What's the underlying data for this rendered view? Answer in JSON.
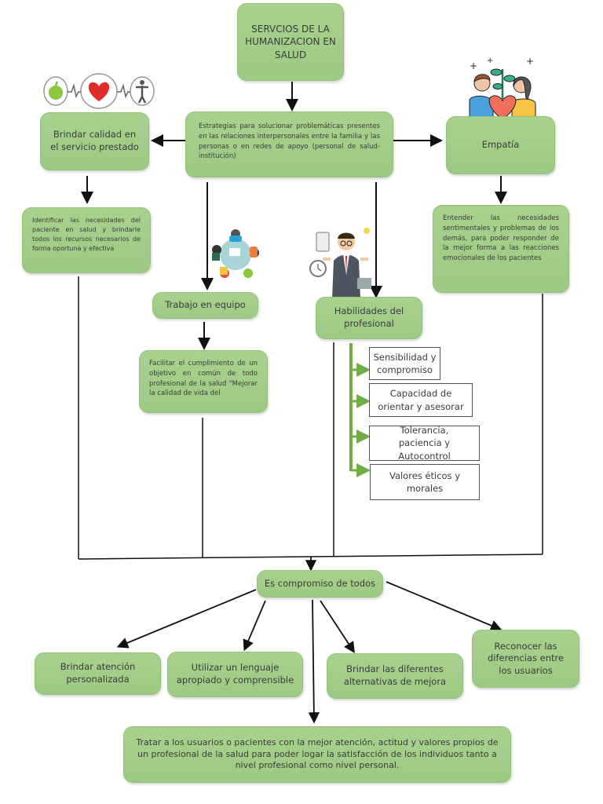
{
  "root": {
    "label": "SERVCIOS DE LA HUMANIZACION EN SALUD"
  },
  "strategy": {
    "label": "Estrategias para solucionar problemáticas presentes en las relaciones interpersonales entre la familia y las personas o en redes de apoyo (personal de salud-institución)"
  },
  "branches": {
    "quality": {
      "label": "Brindar calidad en el servicio prestado",
      "detail": "Identificar las necesidades del paciente en salud y brindarle todos los recursos necesarios de forma oportuna y efectiva",
      "icon": "apple-heart-person-icon"
    },
    "empathy": {
      "label": "Empatía",
      "detail": "Entender las necesidades sentimentales y problemas de los demás, para poder responder de la mejor forma a las reacciones emocionales de los pacientes",
      "icon": "people-holding-heart-plant-icon"
    },
    "teamwork": {
      "label": "Trabajo en equipo",
      "detail": "Facilitar el cumplimiento de un objetivo en común de todo profesional de la salud \"Mejorar la calidad de vida del",
      "icon": "team-meeting-icon"
    },
    "skills": {
      "label": "Habilidades del profesional",
      "icon": "multitasking-professional-icon",
      "items": [
        "Sensibilidad y compromiso",
        "Capacidad de orientar y asesorar",
        "Tolerancia, paciencia y Autocontrol",
        "Valores éticos y morales"
      ]
    }
  },
  "commitment": {
    "label": "Es compromiso de todos"
  },
  "outcomes": [
    "Brindar atención personalizada",
    "Utilizar un lenguaje apropiado y comprensible",
    "Brindar las diferentes alternativas de mejora",
    "Reconocer las diferencias entre los usuarios"
  ],
  "final": {
    "label": "Tratar a los usuarios o pacientes con la mejor atención, actitud y valores propios de un profesional de la salud para poder logar la satisfacción de los individuos tanto a nivel profesional como nivel personal."
  },
  "colors": {
    "node_fill": "#a9d18e",
    "node_border": "#93c37a",
    "connector": "#111111",
    "skill_connector": "#70ad47"
  }
}
